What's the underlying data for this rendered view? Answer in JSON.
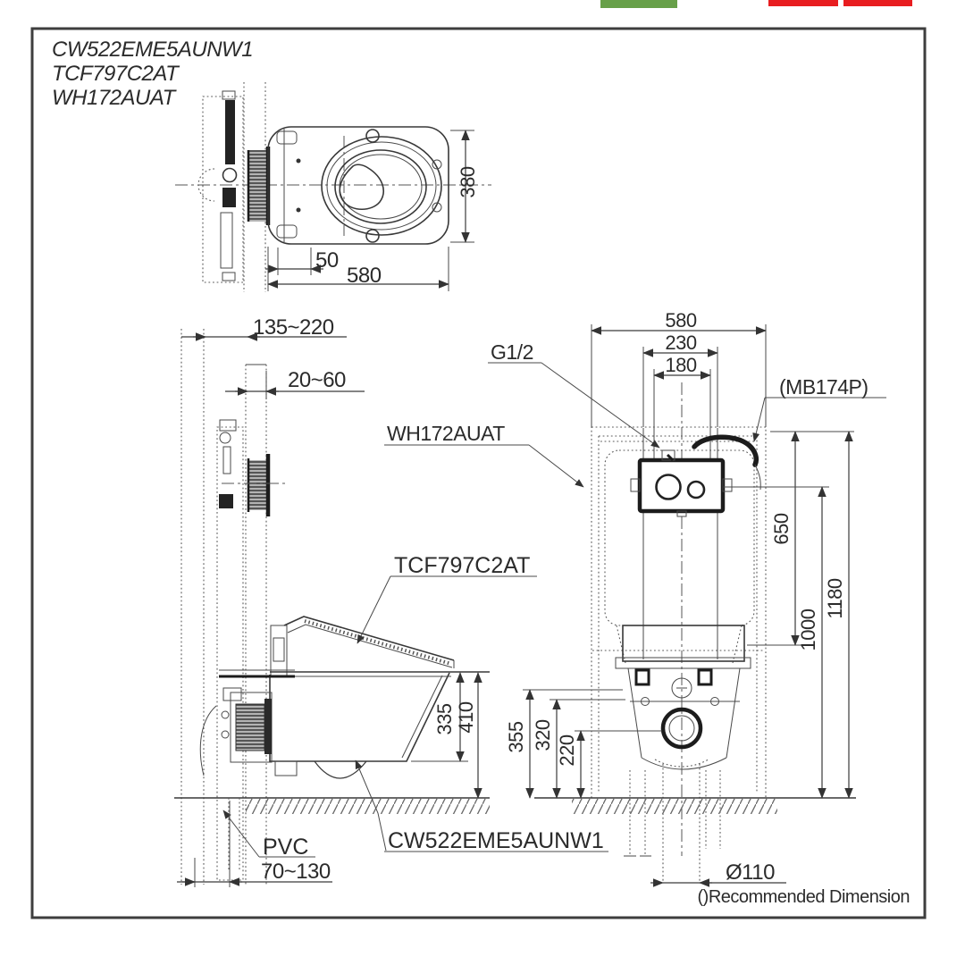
{
  "header_bars": {
    "green_color": "#67a049",
    "red_color": "#e81d20"
  },
  "title_block": {
    "model_1": "CW522EME5AUNW1",
    "model_2": "TCF797C2AT",
    "model_3": "WH172AUAT"
  },
  "top_view": {
    "dim_seat_width": "380",
    "dim_washlet_offset": "50",
    "dim_depth": "580"
  },
  "side_view": {
    "dim_wall_depth": "135~220",
    "dim_finish_wall": "20~60",
    "dim_bowl_bottom_height": "335",
    "dim_rim_height": "410",
    "pvc_label": "PVC",
    "dim_drain_offset": "70~130",
    "washlet_label": "TCF797C2AT",
    "bowl_label": "CW522EME5AUNW1"
  },
  "front_view": {
    "supply_label": "G1/2",
    "plate_label": "(MB174P)",
    "frame_label": "WH172AUAT",
    "dim_frame_width": "580",
    "dim_rail_spacing": "230",
    "dim_bolt_spacing": "180",
    "dim_plate_drop": "650",
    "dim_supply_height": "1000",
    "dim_frame_height": "1180",
    "dim_left_outer": "355",
    "dim_left_mid": "320",
    "dim_left_inner": "220",
    "dim_drain_diameter": "Ø110"
  },
  "footer": {
    "note": "()Recommended Dimension"
  }
}
